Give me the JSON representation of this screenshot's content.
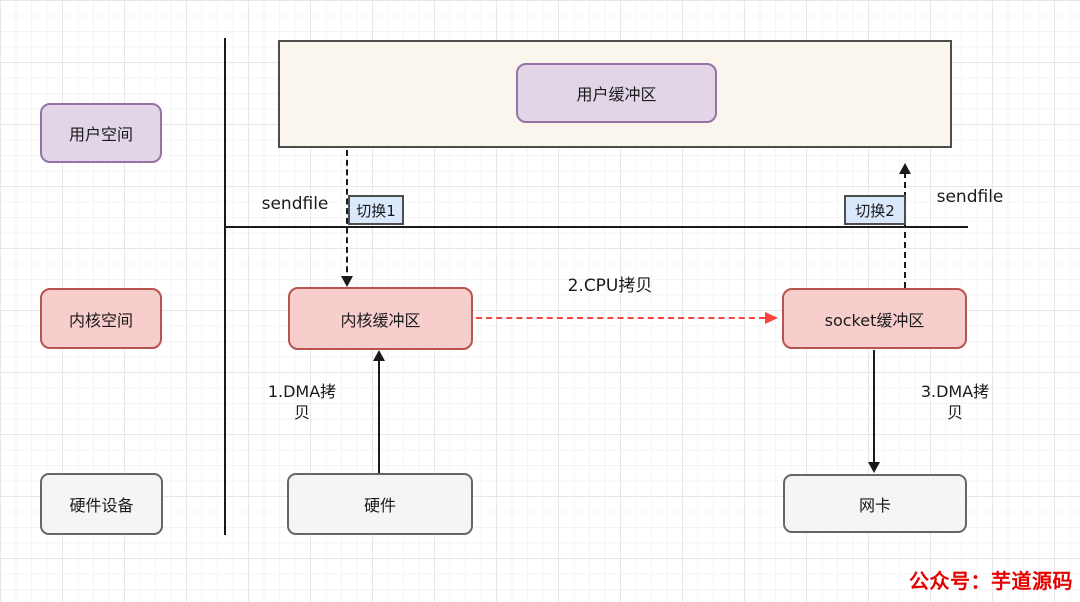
{
  "lanes": {
    "user": "用户空间",
    "kernel": "内核空间",
    "hardware": "硬件设备"
  },
  "nodes": {
    "user_buffer": "用户缓冲区",
    "kernel_buffer": "内核缓冲区",
    "socket_buffer": "socket缓冲区",
    "hardware": "硬件",
    "nic": "网卡"
  },
  "switches": {
    "switch1": "切换1",
    "switch2": "切换2"
  },
  "syscall": {
    "left": "sendfile",
    "right": "sendfile"
  },
  "steps": {
    "dma1_line1": "1.DMA拷",
    "dma1_line2": "贝",
    "cpu2": "2.CPU拷贝",
    "dma3_line1": "3.DMA拷",
    "dma3_line2": "贝"
  },
  "watermark": "公众号：芋道源码",
  "colors": {
    "purple_fill": "#e1d5e7",
    "purple_border": "#9673a6",
    "pink_fill": "#f8cecc",
    "pink_border": "#b85450",
    "gray_fill": "#f5f5f5",
    "gray_border": "#666666",
    "blue_fill": "#dae8fc",
    "blue_border": "#4d4d4d",
    "beige_fill": "#faf6ed",
    "beige_border": "#4d4d4d",
    "red_arrow": "#fa4343",
    "watermark_red": "#e60000",
    "grid_major": "#e7e7ea",
    "grid_minor": "#f4f4f6"
  }
}
